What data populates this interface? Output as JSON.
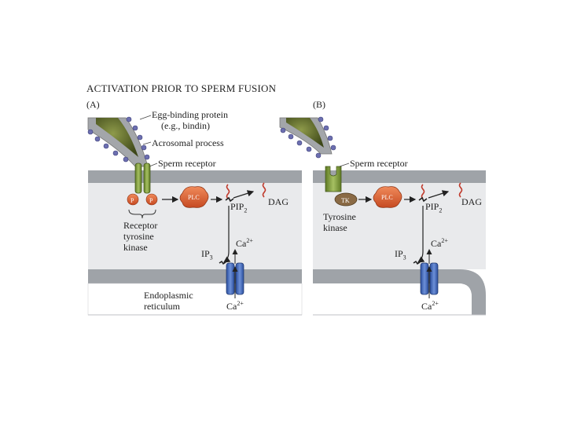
{
  "figure": {
    "title": "ACTIVATION PRIOR TO SPERM FUSION",
    "panel_a": {
      "label": "(A)",
      "egg_binding_line1": "Egg-binding protein",
      "egg_binding_line2": "(e.g., bindin)",
      "acrosomal": "Acrosomal process",
      "sperm_receptor": "Sperm receptor",
      "p_left": "P",
      "p_right": "P",
      "plc": "PLC",
      "pip": "PIP",
      "pip_sub": "2",
      "dag": "DAG",
      "rtk_line1": "Receptor",
      "rtk_line2": "tyrosine",
      "rtk_line3": "kinase",
      "ip": "IP",
      "ip_sub": "3",
      "ca": "Ca",
      "ca_sup": "2+",
      "er_line1": "Endoplasmic",
      "er_line2": "reticulum",
      "ca_bottom": "Ca",
      "ca_bottom_sup": "2+"
    },
    "panel_b": {
      "label": "(B)",
      "sperm_receptor": "Sperm receptor",
      "tk": "TK",
      "plc": "PLC",
      "pip": "PIP",
      "pip_sub": "2",
      "dag": "DAG",
      "tk_line1": "Tyrosine",
      "tk_line2": "kinase",
      "ip": "IP",
      "ip_sub": "3",
      "ca": "Ca",
      "ca_sup": "2+",
      "ca_bottom": "Ca",
      "ca_bottom_sup": "2+"
    },
    "colors": {
      "membrane_gray": "#9fa3a8",
      "cytoplasm": "#e9eaec",
      "plc_orange": "#e0643a",
      "channel_blue": "#3f67b8",
      "receptor_green": "#7a9a3a",
      "sperm_green": "#5d6b2c"
    }
  }
}
